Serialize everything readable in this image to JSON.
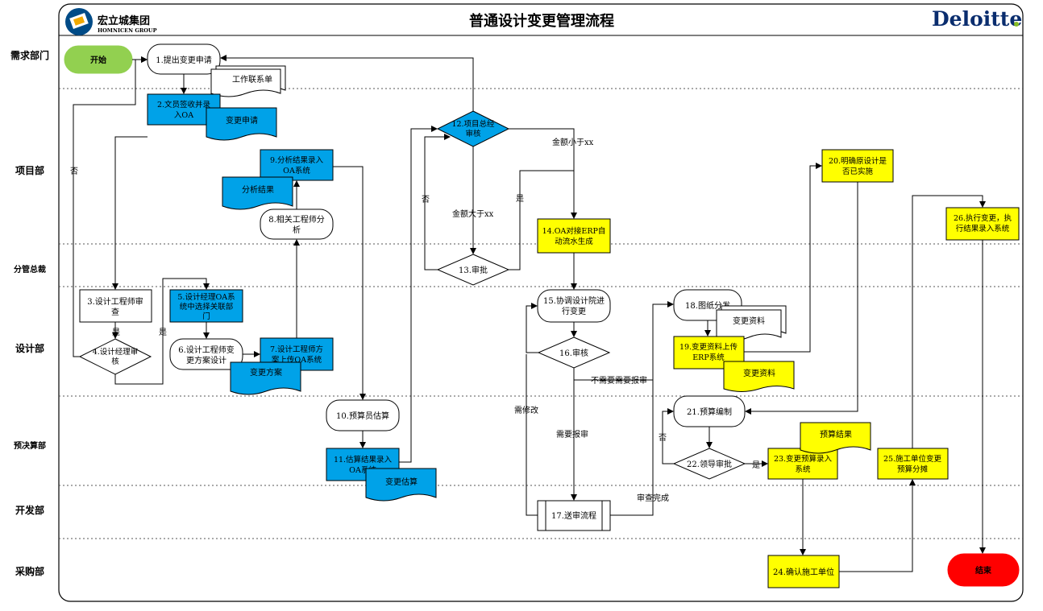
{
  "header": {
    "company_cn": "宏立城集团",
    "company_en": "HOMNICEN GROUP",
    "title": "普通设计变更管理流程",
    "deloitte": "Deloitte",
    "deloitte_dot": "."
  },
  "lanes": [
    "需求部门",
    "项目部",
    "分管总裁",
    "设计部",
    "预决算部",
    "开发部",
    "采购部"
  ],
  "nodes": {
    "start": "开始",
    "n1": "1.提出变更申请",
    "doc_lianxi": "工作联系单",
    "n2": [
      "2.文员签收并录",
      "入OA"
    ],
    "doc_biangeng_shenqing": "变更申请",
    "n3": [
      "3.设计工程师审",
      "查"
    ],
    "n4": [
      "4.设计经理审",
      "核"
    ],
    "n5": [
      "5.设计经理OA系",
      "统中选择关联部",
      "门"
    ],
    "n6": [
      "6.设计工程师变",
      "更方案设计"
    ],
    "n7": [
      "7.设计工程师方",
      "案上传OA系统"
    ],
    "doc_biangeng_fangan": "变更方案",
    "n8": [
      "8.相关工程师分",
      "析"
    ],
    "n9": [
      "9.分析结果录入",
      "OA系统"
    ],
    "doc_fenxi": "分析结果",
    "n10": "10.预算员估算",
    "n11": [
      "11.估算结果录入",
      "OA系统"
    ],
    "doc_biangeng_gusuan": "变更估算",
    "n12": [
      "12.项目总经",
      "审核"
    ],
    "n13": "13.审批",
    "n14": [
      "14.OA对接ERP自",
      "动流水生成"
    ],
    "n15": [
      "15.协调设计院进",
      "行变更"
    ],
    "n16": "16.审核",
    "n17": "17.送审流程",
    "n18": "18.图纸分发",
    "doc_ziliao_1": "变更资料",
    "n19": [
      "19.变更资料上传",
      "ERP系统"
    ],
    "doc_ziliao_2": "变更资料",
    "n20": [
      "20.明确原设计是",
      "否已实施"
    ],
    "n21": "21.预算编制",
    "n22": "22.领导审批",
    "n23": [
      "23.变更预算录入",
      "系统"
    ],
    "doc_yusuan": "预算结果",
    "n24": "24.确认施工单位",
    "n25": [
      "25.施工单位变更",
      "预算分摊"
    ],
    "n26": [
      "26.执行变更，执",
      "行结果录入系统"
    ],
    "end": "结束"
  },
  "edge_labels": {
    "no_left": "否",
    "yes_3": "是",
    "yes_5": "是",
    "jine_xiao": "金额小于xx",
    "jine_da": "金额大于xx",
    "no_12": "否",
    "yes_13": "是",
    "no_need": "不需要需要报审",
    "need_modify": "需修改",
    "need_report": "需要报审",
    "review_done": "审查完成",
    "no_22": "否",
    "yes_22": "是"
  },
  "colors": {
    "blue_box": "#00a2e8",
    "yellow_box": "#ffff00",
    "start_green": "#92d050",
    "end_red": "#ff0000",
    "logo_blue": "#004b87",
    "deloitte_dot": "#86bc25"
  }
}
